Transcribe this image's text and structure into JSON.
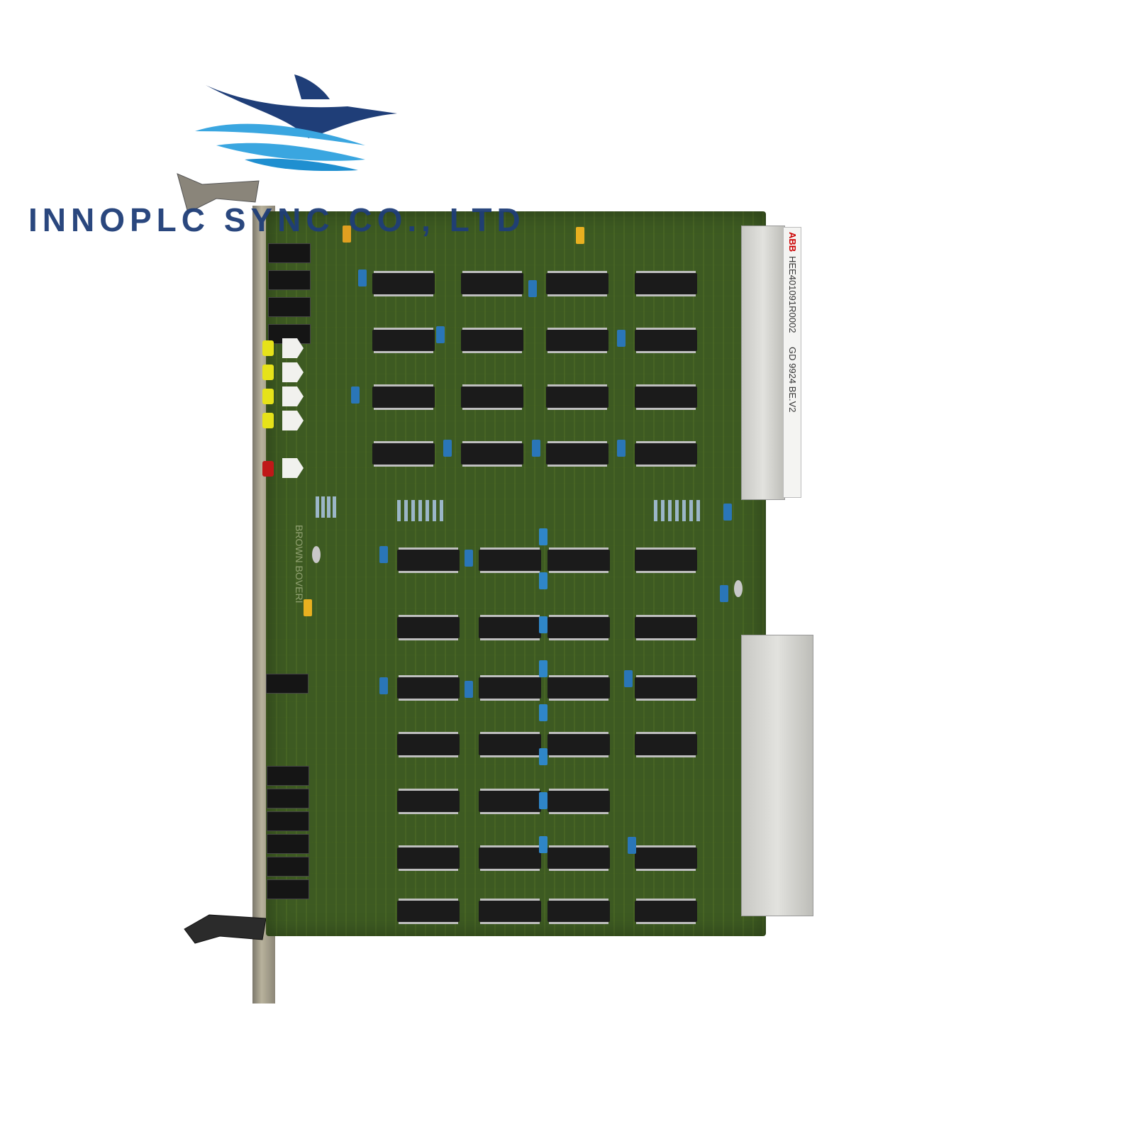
{
  "watermark": {
    "company": "INNOPLC SYNC CO., LTD"
  },
  "board": {
    "brand": "ABB",
    "part_number": "HEE401091R0002",
    "model": "GD 9924 BE.V2",
    "silkscreen": "BROWN BOVERI"
  },
  "colors": {
    "pcb": "#3d5a22",
    "logo_dark": "#1f3e78",
    "logo_light": "#3aa6e0"
  }
}
